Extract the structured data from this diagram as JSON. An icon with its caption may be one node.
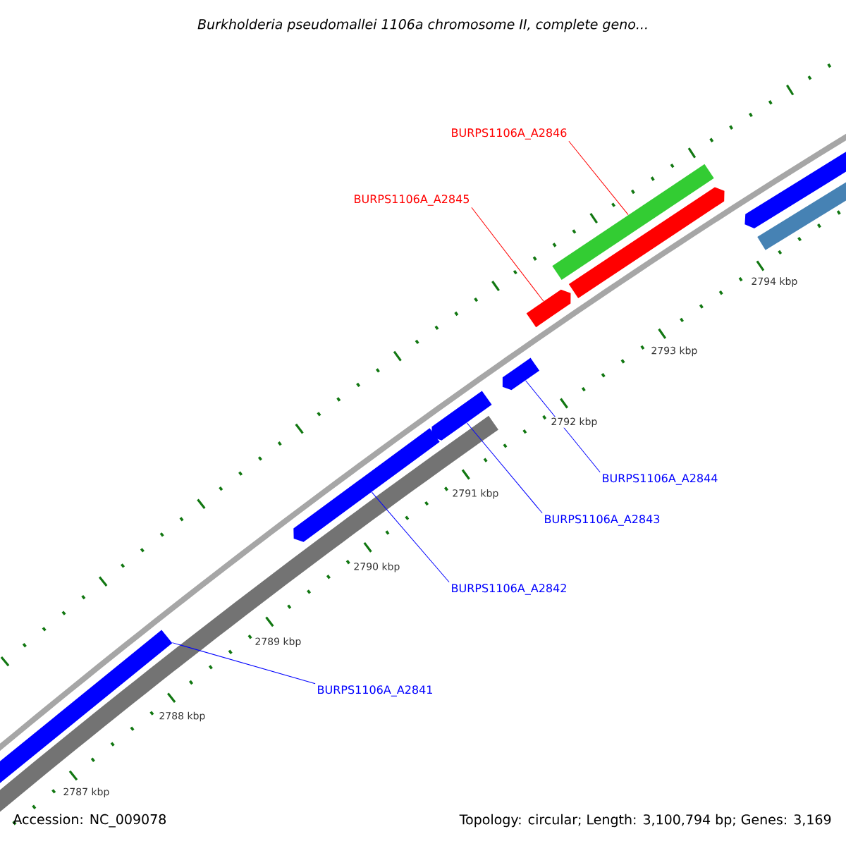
{
  "diagram": {
    "title": "Burkholderia pseudomallei 1106a chromosome II, complete geno...",
    "nodes": [
      {
        "text": [
          "BURPS1106A_A2846"
        ]
      },
      {
        "text": [
          "BURPS1106A_A2845"
        ]
      },
      {
        "text": [
          "BURPS1106A_A2844"
        ]
      },
      {
        "text": [
          "BURPS1106A_A2843"
        ]
      },
      {
        "text": [
          "BURPS1106A_A2842"
        ]
      },
      {
        "text": [
          "BURPS1106A_A2841"
        ]
      },
      {
        "text": [],
        "shape": "bar"
      },
      {
        "text": [],
        "shape": "bar"
      },
      {
        "text": [],
        "shape": "bar"
      },
      {
        "text": [],
        "shape": "bar"
      },
      {
        "text": [],
        "shape": "bar"
      },
      {
        "text": [],
        "shape": "bar"
      },
      {
        "text": [],
        "shape": "bar"
      },
      {
        "text": [],
        "shape": "bar"
      },
      {
        "text": [],
        "shape": "bar"
      }
    ],
    "edges": [
      {
        "from": 0,
        "to": 6,
        "arrow": "none",
        "color": "#ff0000"
      },
      {
        "from": 1,
        "to": 7,
        "arrow": "none",
        "color": "#ff0000"
      },
      {
        "from": 2,
        "to": 8,
        "arrow": "none"
      },
      {
        "from": 3,
        "to": 9,
        "arrow": "none"
      },
      {
        "from": 4,
        "to": 10,
        "arrow": "none"
      },
      {
        "from": 5,
        "to": 11,
        "arrow": "none"
      }
    ],
    "labels": [
      "2794 kbp",
      "2793 kbp",
      "2792 kbp",
      "2791 kbp",
      "2790 kbp",
      "2789 kbp",
      "2788 kbp",
      "2787 kbp",
      "Accession: NC_009078",
      "Topology: circular; Length: 3,100,794 bp; Genes: 3,169"
    ]
  }
}
